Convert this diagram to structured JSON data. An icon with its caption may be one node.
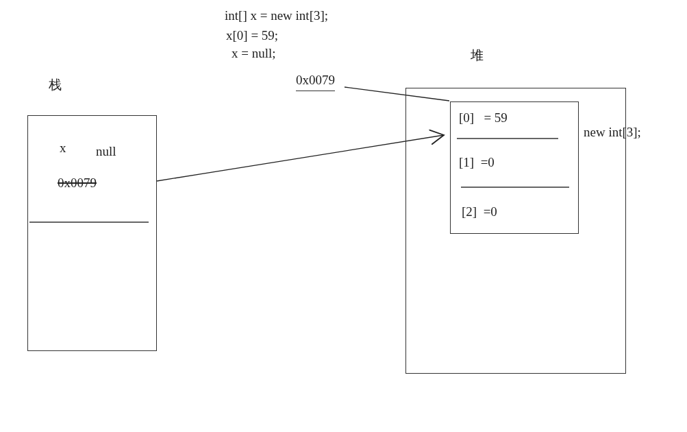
{
  "diagram": {
    "nodes": [
      {
        "text": [
          "栈",
          "x",
          "null",
          "0x0079"
        ]
      },
      {
        "text": [
          "堆"
        ]
      },
      {
        "text": [
          "[0]   = 59",
          "[1]  =0",
          "[2]  =0"
        ],
        "in": 1,
        "beside": [
          "new int[3];"
        ]
      },
      {
        "text": [
          "0x0079"
        ]
      }
    ],
    "edges": [
      {
        "from": 0,
        "to": 2,
        "arrow": "to"
      },
      {
        "from": 3,
        "to": 2,
        "arrow": "none"
      }
    ],
    "labels": [
      "int[] x = new int[3];",
      "x[0] = 59;",
      "x = null;"
    ]
  }
}
